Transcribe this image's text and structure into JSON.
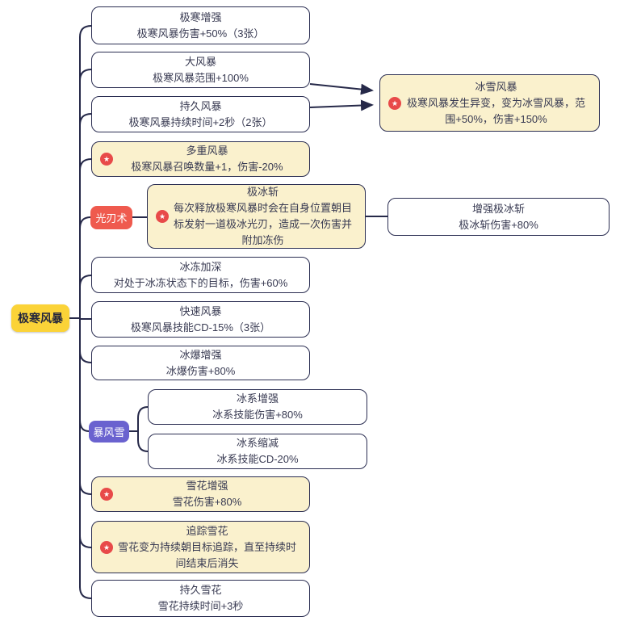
{
  "root": {
    "label": "极寒风暴"
  },
  "branches": {
    "blade": {
      "label": "光刃术"
    },
    "blizzard": {
      "label": "暴风雪"
    }
  },
  "nodes": {
    "n1": {
      "title": "极寒增强",
      "desc": "极寒风暴伤害+50%（3张）"
    },
    "n2": {
      "title": "大风暴",
      "desc": "极寒风暴范围+100%"
    },
    "n3": {
      "title": "持久风暴",
      "desc": "极寒风暴持续时间+2秒（2张）"
    },
    "n4": {
      "title": "多重风暴",
      "desc": "极寒风暴召唤数量+1，伤害-20%"
    },
    "n5": {
      "title": "极冰斩",
      "desc": "每次释放极寒风暴时会在自身位置朝目标发射一道极冰光刃，造成一次伤害并附加冻伤"
    },
    "n6": {
      "title": "冰冻加深",
      "desc": "对处于冰冻状态下的目标，伤害+60%"
    },
    "n7": {
      "title": "快速风暴",
      "desc": "极寒风暴技能CD-15%（3张）"
    },
    "n8": {
      "title": "冰爆增强",
      "desc": "冰爆伤害+80%"
    },
    "n9": {
      "title": "冰系增强",
      "desc": "冰系技能伤害+80%"
    },
    "n10": {
      "title": "冰系缩减",
      "desc": "冰系技能CD-20%"
    },
    "n11": {
      "title": "雪花增强",
      "desc": "雪花伤害+80%"
    },
    "n12": {
      "title": "追踪雪花",
      "desc": "雪花变为持续朝目标追踪，直至持续时间结束后消失"
    },
    "n13": {
      "title": "持久雪花",
      "desc": "雪花持续时间+3秒"
    },
    "r1": {
      "title": "冰雪风暴",
      "desc": "极寒风暴发生异变，变为冰雪风暴，范围+50%，伤害+150%"
    },
    "r2": {
      "title": "增强极冰斩",
      "desc": "极冰斩伤害+80%"
    }
  },
  "icons": {
    "star": "★"
  },
  "colors": {
    "line": "#262949",
    "node_border": "#2b2e52",
    "text": "#383a52",
    "root_bg": "#fbd338",
    "branch_red_bg": "#ef5a4e",
    "branch_purple_bg": "#6a62cf",
    "highlight_bg": "#faf1cd",
    "star_badge_bg": "#e84a49"
  }
}
